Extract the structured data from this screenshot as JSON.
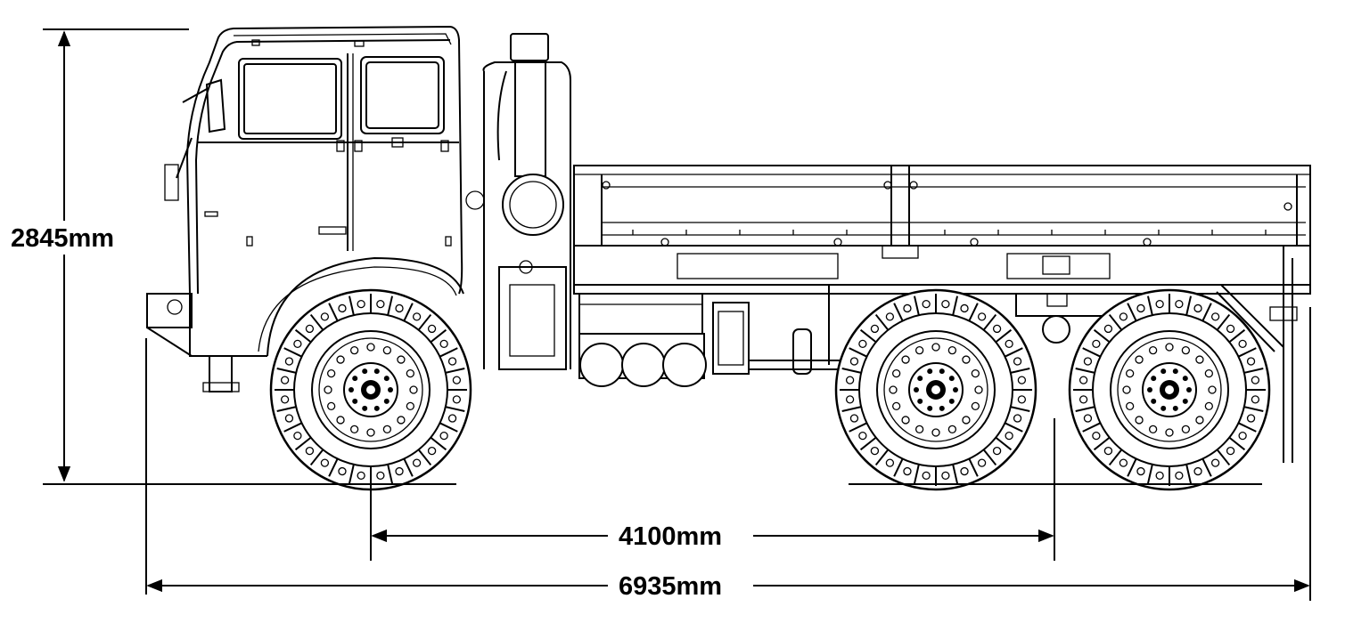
{
  "dimensions": {
    "height_label": "2845mm",
    "wheelbase_label": "4100mm",
    "length_label": "6935mm"
  }
}
